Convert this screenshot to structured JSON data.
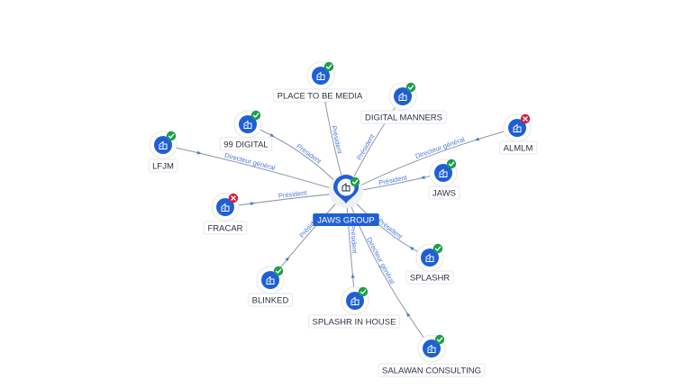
{
  "center": {
    "label": "JAWS GROUP",
    "status": "ok",
    "icon": "company-icon"
  },
  "nodes": [
    {
      "id": "place-to-be-media",
      "label": "PLACE TO BE MEDIA",
      "status": "ok",
      "icon": "company-icon",
      "relation": "Président"
    },
    {
      "id": "digital-manners",
      "label": "DIGITAL MANNERS",
      "status": "ok",
      "icon": "company-icon",
      "relation": "Président"
    },
    {
      "id": "99-digital",
      "label": "99 DIGITAL",
      "status": "ok",
      "icon": "company-icon",
      "relation": "Président"
    },
    {
      "id": "almlm",
      "label": "ALMLM",
      "status": "ko",
      "icon": "company-icon",
      "relation": "Directeur général"
    },
    {
      "id": "lfjm",
      "label": "LFJM",
      "status": "ok",
      "icon": "company-icon",
      "relation": "Directeur général"
    },
    {
      "id": "jaws",
      "label": "JAWS",
      "status": "ok",
      "icon": "company-icon",
      "relation": "Président"
    },
    {
      "id": "fracar",
      "label": "FRACAR",
      "status": "ko",
      "icon": "company-icon",
      "relation": "Président"
    },
    {
      "id": "splashr",
      "label": "SPLASHR",
      "status": "ok",
      "icon": "company-icon",
      "relation": "Président"
    },
    {
      "id": "blinked",
      "label": "BLINKED",
      "status": "ok",
      "icon": "company-icon",
      "relation": "Président"
    },
    {
      "id": "splashr-in-house",
      "label": "SPLASHR IN HOUSE",
      "status": "ok",
      "icon": "company-icon",
      "relation": "Président"
    },
    {
      "id": "salawan-consulting",
      "label": "SALAWAN CONSULTING",
      "status": "ok",
      "icon": "company-icon",
      "relation": "Directeur général"
    }
  ],
  "colors": {
    "brand": "#1f5fd6",
    "edge_label": "#4a7bd6",
    "ok": "#1e9e4a",
    "ko": "#d61f3c"
  }
}
